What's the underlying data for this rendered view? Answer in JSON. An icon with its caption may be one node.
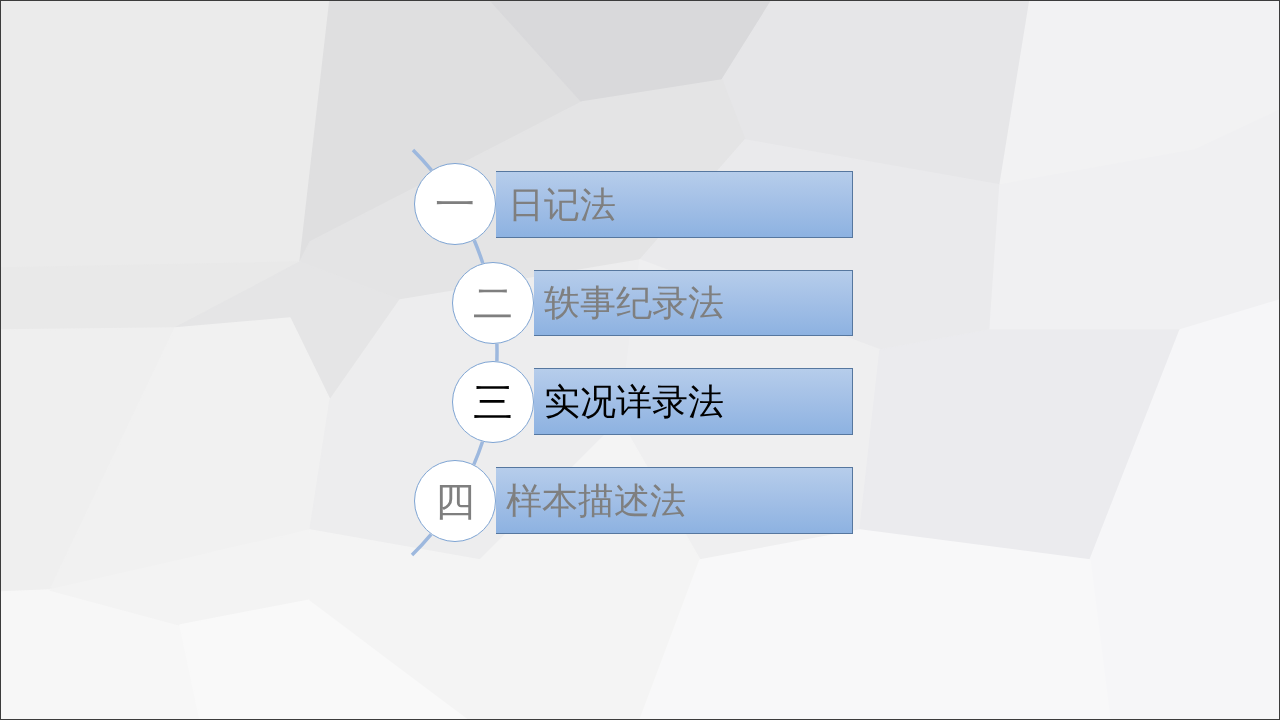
{
  "diagram": {
    "nodes": [
      {
        "text": [
          "一"
        ]
      },
      {
        "text": [
          "日记法"
        ]
      },
      {
        "text": [
          "二"
        ]
      },
      {
        "text": [
          "轶事纪录法"
        ]
      },
      {
        "text": [
          "三"
        ]
      },
      {
        "text": [
          "实况详录法"
        ]
      },
      {
        "text": [
          "四"
        ]
      },
      {
        "text": [
          "样本描述法"
        ]
      }
    ],
    "edges": [
      {
        "from": null,
        "to": 0,
        "arrow": "none"
      },
      {
        "from": 0,
        "to": 2,
        "arrow": "none"
      },
      {
        "from": 2,
        "to": 4,
        "arrow": "none"
      },
      {
        "from": 4,
        "to": 6,
        "arrow": "none"
      },
      {
        "from": 6,
        "to": null,
        "arrow": "none"
      }
    ]
  }
}
